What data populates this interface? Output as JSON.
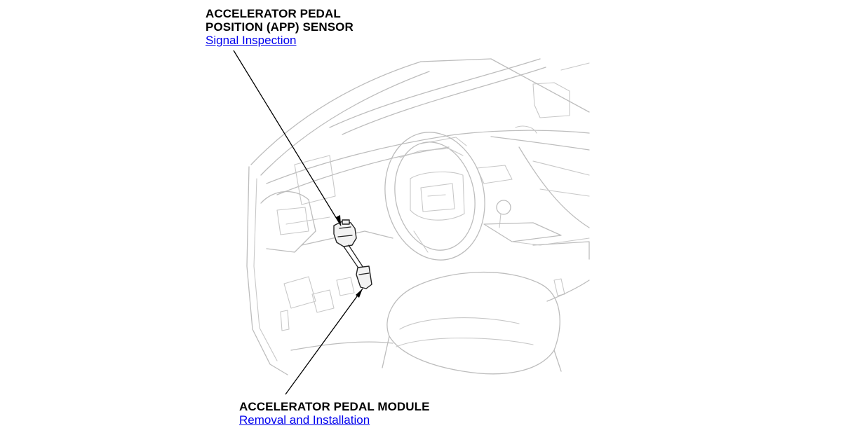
{
  "callouts": {
    "app_sensor": {
      "title_line1": "ACCELERATOR PEDAL",
      "title_line2": "POSITION (APP) SENSOR",
      "link": "Signal Inspection"
    },
    "pedal_module": {
      "title": "ACCELERATOR PEDAL MODULE",
      "link": "Removal and Installation"
    }
  },
  "colors": {
    "background": "#ffffff",
    "link": "#0000ee",
    "outline_faint": "#bdbdbd",
    "part_outline": "#222222"
  }
}
